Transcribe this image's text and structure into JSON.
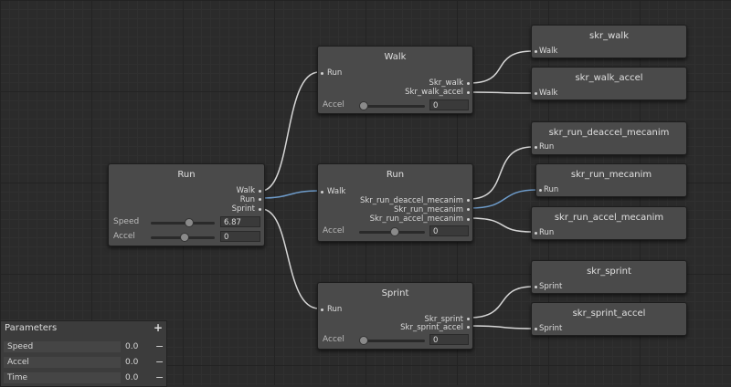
{
  "colors": {
    "background": "#2b2b2b",
    "node": "#4a4a4a",
    "wire": "#d6d6d6",
    "wire_active": "#6e9ccb"
  },
  "root_node": {
    "title": "Run",
    "outputs": [
      "Walk",
      "Run",
      "Sprint"
    ],
    "speed_label": "Speed",
    "speed_value": "6.87",
    "accel_label": "Accel",
    "accel_value": "0"
  },
  "walk_node": {
    "title": "Walk",
    "input": "Run",
    "outputs": [
      "Skr_walk",
      "Skr_walk_accel"
    ],
    "accel_label": "Accel",
    "accel_value": "0"
  },
  "run_node": {
    "title": "Run",
    "input": "Walk",
    "outputs": [
      "Skr_run_deaccel_mecanim",
      "Skr_run_mecanim",
      "Skr_run_accel_mecanim"
    ],
    "accel_label": "Accel",
    "accel_value": "0"
  },
  "sprint_node": {
    "title": "Sprint",
    "input": "Run",
    "outputs": [
      "Skr_sprint",
      "Skr_sprint_accel"
    ],
    "accel_label": "Accel",
    "accel_value": "0"
  },
  "leaf_nodes": [
    {
      "title": "skr_walk",
      "input": "Walk"
    },
    {
      "title": "skr_walk_accel",
      "input": "Walk"
    },
    {
      "title": "skr_run_deaccel_mecanim",
      "input": "Run"
    },
    {
      "title": "skr_run_mecanim",
      "input": "Run"
    },
    {
      "title": "skr_run_accel_mecanim",
      "input": "Run"
    },
    {
      "title": "skr_sprint",
      "input": "Sprint"
    },
    {
      "title": "skr_sprint_accel",
      "input": "Sprint"
    }
  ],
  "parameters": {
    "title": "Parameters",
    "add_label": "+",
    "items": [
      {
        "name": "Speed",
        "value": "0.0",
        "remove": "−"
      },
      {
        "name": "Accel",
        "value": "0.0",
        "remove": "−"
      },
      {
        "name": "Time",
        "value": "0.0",
        "remove": "−"
      }
    ]
  }
}
